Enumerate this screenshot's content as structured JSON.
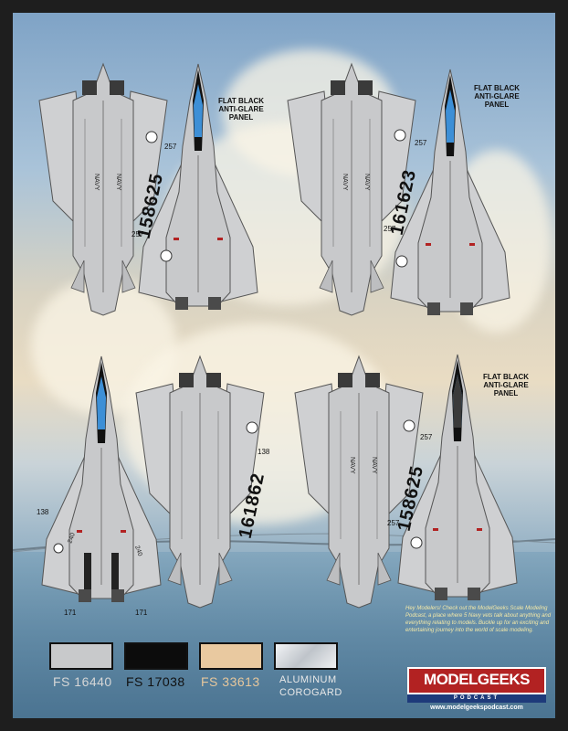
{
  "callouts": {
    "anti_glare": "FLAT BLACK ANTI-GLARE PANEL",
    "anti_glare_line1": "FLAT BLACK",
    "anti_glare_line2": "ANTI-GLARE",
    "anti_glare_line3": "PANEL"
  },
  "serials": {
    "a": "158625",
    "b": "161623",
    "c": "161862",
    "d": "158625"
  },
  "numbers": {
    "n257": "257",
    "n138": "138",
    "n171": "171",
    "n240": "240"
  },
  "markings": {
    "navy": "NAVY"
  },
  "swatches": [
    {
      "code": "FS 16440",
      "color": "#c8c9cb",
      "text_color": "#d9d9d9"
    },
    {
      "code": "FS 17038",
      "color": "#0c0c0c",
      "text_color": "#111111"
    },
    {
      "code": "FS 33613",
      "color": "#e9c9a0",
      "text_color": "#e6c79c"
    },
    {
      "code": "ALUMINUM",
      "code2": "COROGARD",
      "color": "#d9dde2",
      "text_color": "#e8e8e8"
    }
  ],
  "promo": {
    "text": "Hey Modelers! Check out the ModelGeeks Scale Modeling Podcast, a place where 5 Navy vets talk about anything and everything relating to models. Buckle up for an exciting and entertaining journey into the world of scale modeling."
  },
  "logo": {
    "name": "MODELGEEKS",
    "sub": "PODCAST",
    "url": "www.modelgeekspodcast.com"
  },
  "colors": {
    "aircraft_gray": "#c8c9cb",
    "canopy_blue": "#3d8fd6",
    "anti_glare_black": "#111111",
    "logo_red": "#b22222",
    "logo_blue": "#1e3a7a"
  }
}
